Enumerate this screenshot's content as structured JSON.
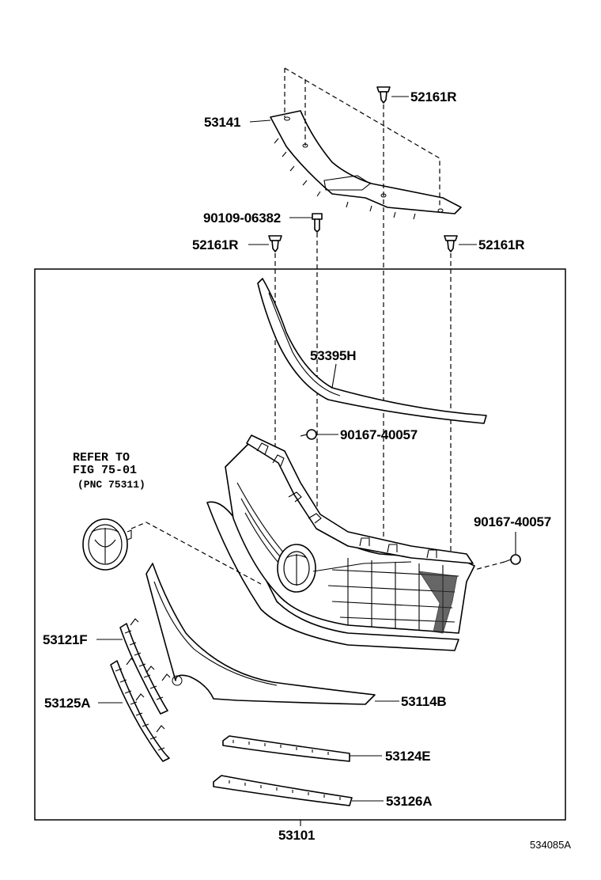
{
  "diagram": {
    "assembly_label": "53101",
    "drawing_code": "534085A",
    "reference_note": {
      "line1": "REFER TO",
      "line2": "FIG 75-01",
      "line3": "(PNC 75311)"
    },
    "parts": {
      "p53141": "53141",
      "p52161R_top": "52161R",
      "p90109": "90109-06382",
      "p52161R_left": "52161R",
      "p52161R_right": "52161R",
      "p53395H": "53395H",
      "p90167_center": "90167-40057",
      "p90167_right": "90167-40057",
      "p53121F": "53121F",
      "p53125A": "53125A",
      "p53114B": "53114B",
      "p53124E": "53124E",
      "p53126A": "53126A"
    }
  }
}
